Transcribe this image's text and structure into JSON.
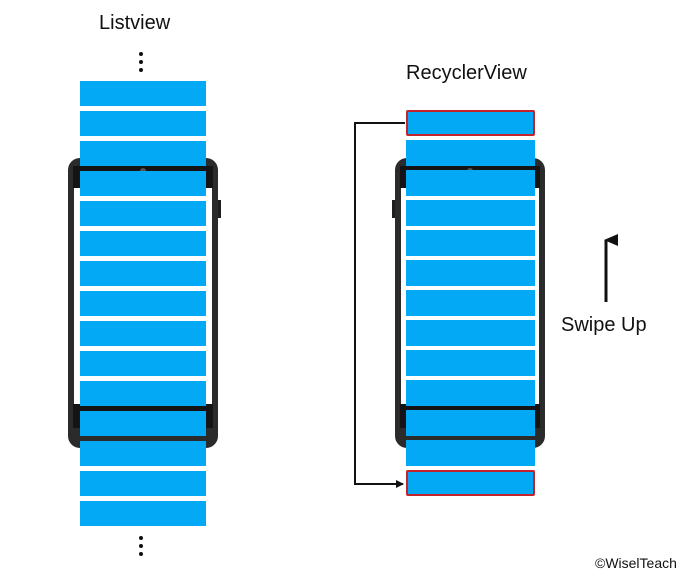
{
  "listview": {
    "title": "Listview",
    "item_count": 15
  },
  "recyclerview": {
    "title": "RecyclerView",
    "item_count": 13,
    "recycled_items": [
      "first",
      "last"
    ]
  },
  "gesture": {
    "label": "Swipe Up",
    "direction": "up"
  },
  "credit": "©WiselTeach",
  "colors": {
    "item": "#03a9f4",
    "recycled_border": "#c2232b",
    "phone": "#2b2b2b",
    "text": "#111111"
  },
  "icons": [
    "arrow-up-icon",
    "ellipsis-vertical-icon",
    "recycle-loop-connector"
  ]
}
